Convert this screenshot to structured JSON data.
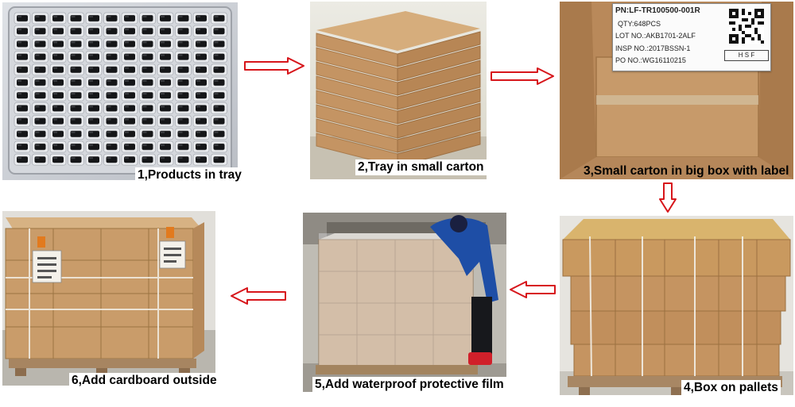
{
  "steps": [
    {
      "caption": "1,Products in tray"
    },
    {
      "caption": "2,Tray in small carton"
    },
    {
      "caption": "3,Small carton in big box with label"
    },
    {
      "caption": "4,Box on pallets"
    },
    {
      "caption": "5,Add waterproof protective film"
    },
    {
      "caption": "6,Add cardboard outside"
    }
  ],
  "label": {
    "pn": "PN:LF-TR100500-001R",
    "qty": "QTY:648PCS",
    "lot": "LOT NO.:AKB1701-2ALF",
    "insp": "INSP NO.:2017BSSN-1",
    "po": "PO NO.:WG16110215",
    "brand": "H S F"
  },
  "colors": {
    "arrow_outline": "#d7161b",
    "carton": "#c89a68",
    "tray": "#c9ccd2"
  }
}
